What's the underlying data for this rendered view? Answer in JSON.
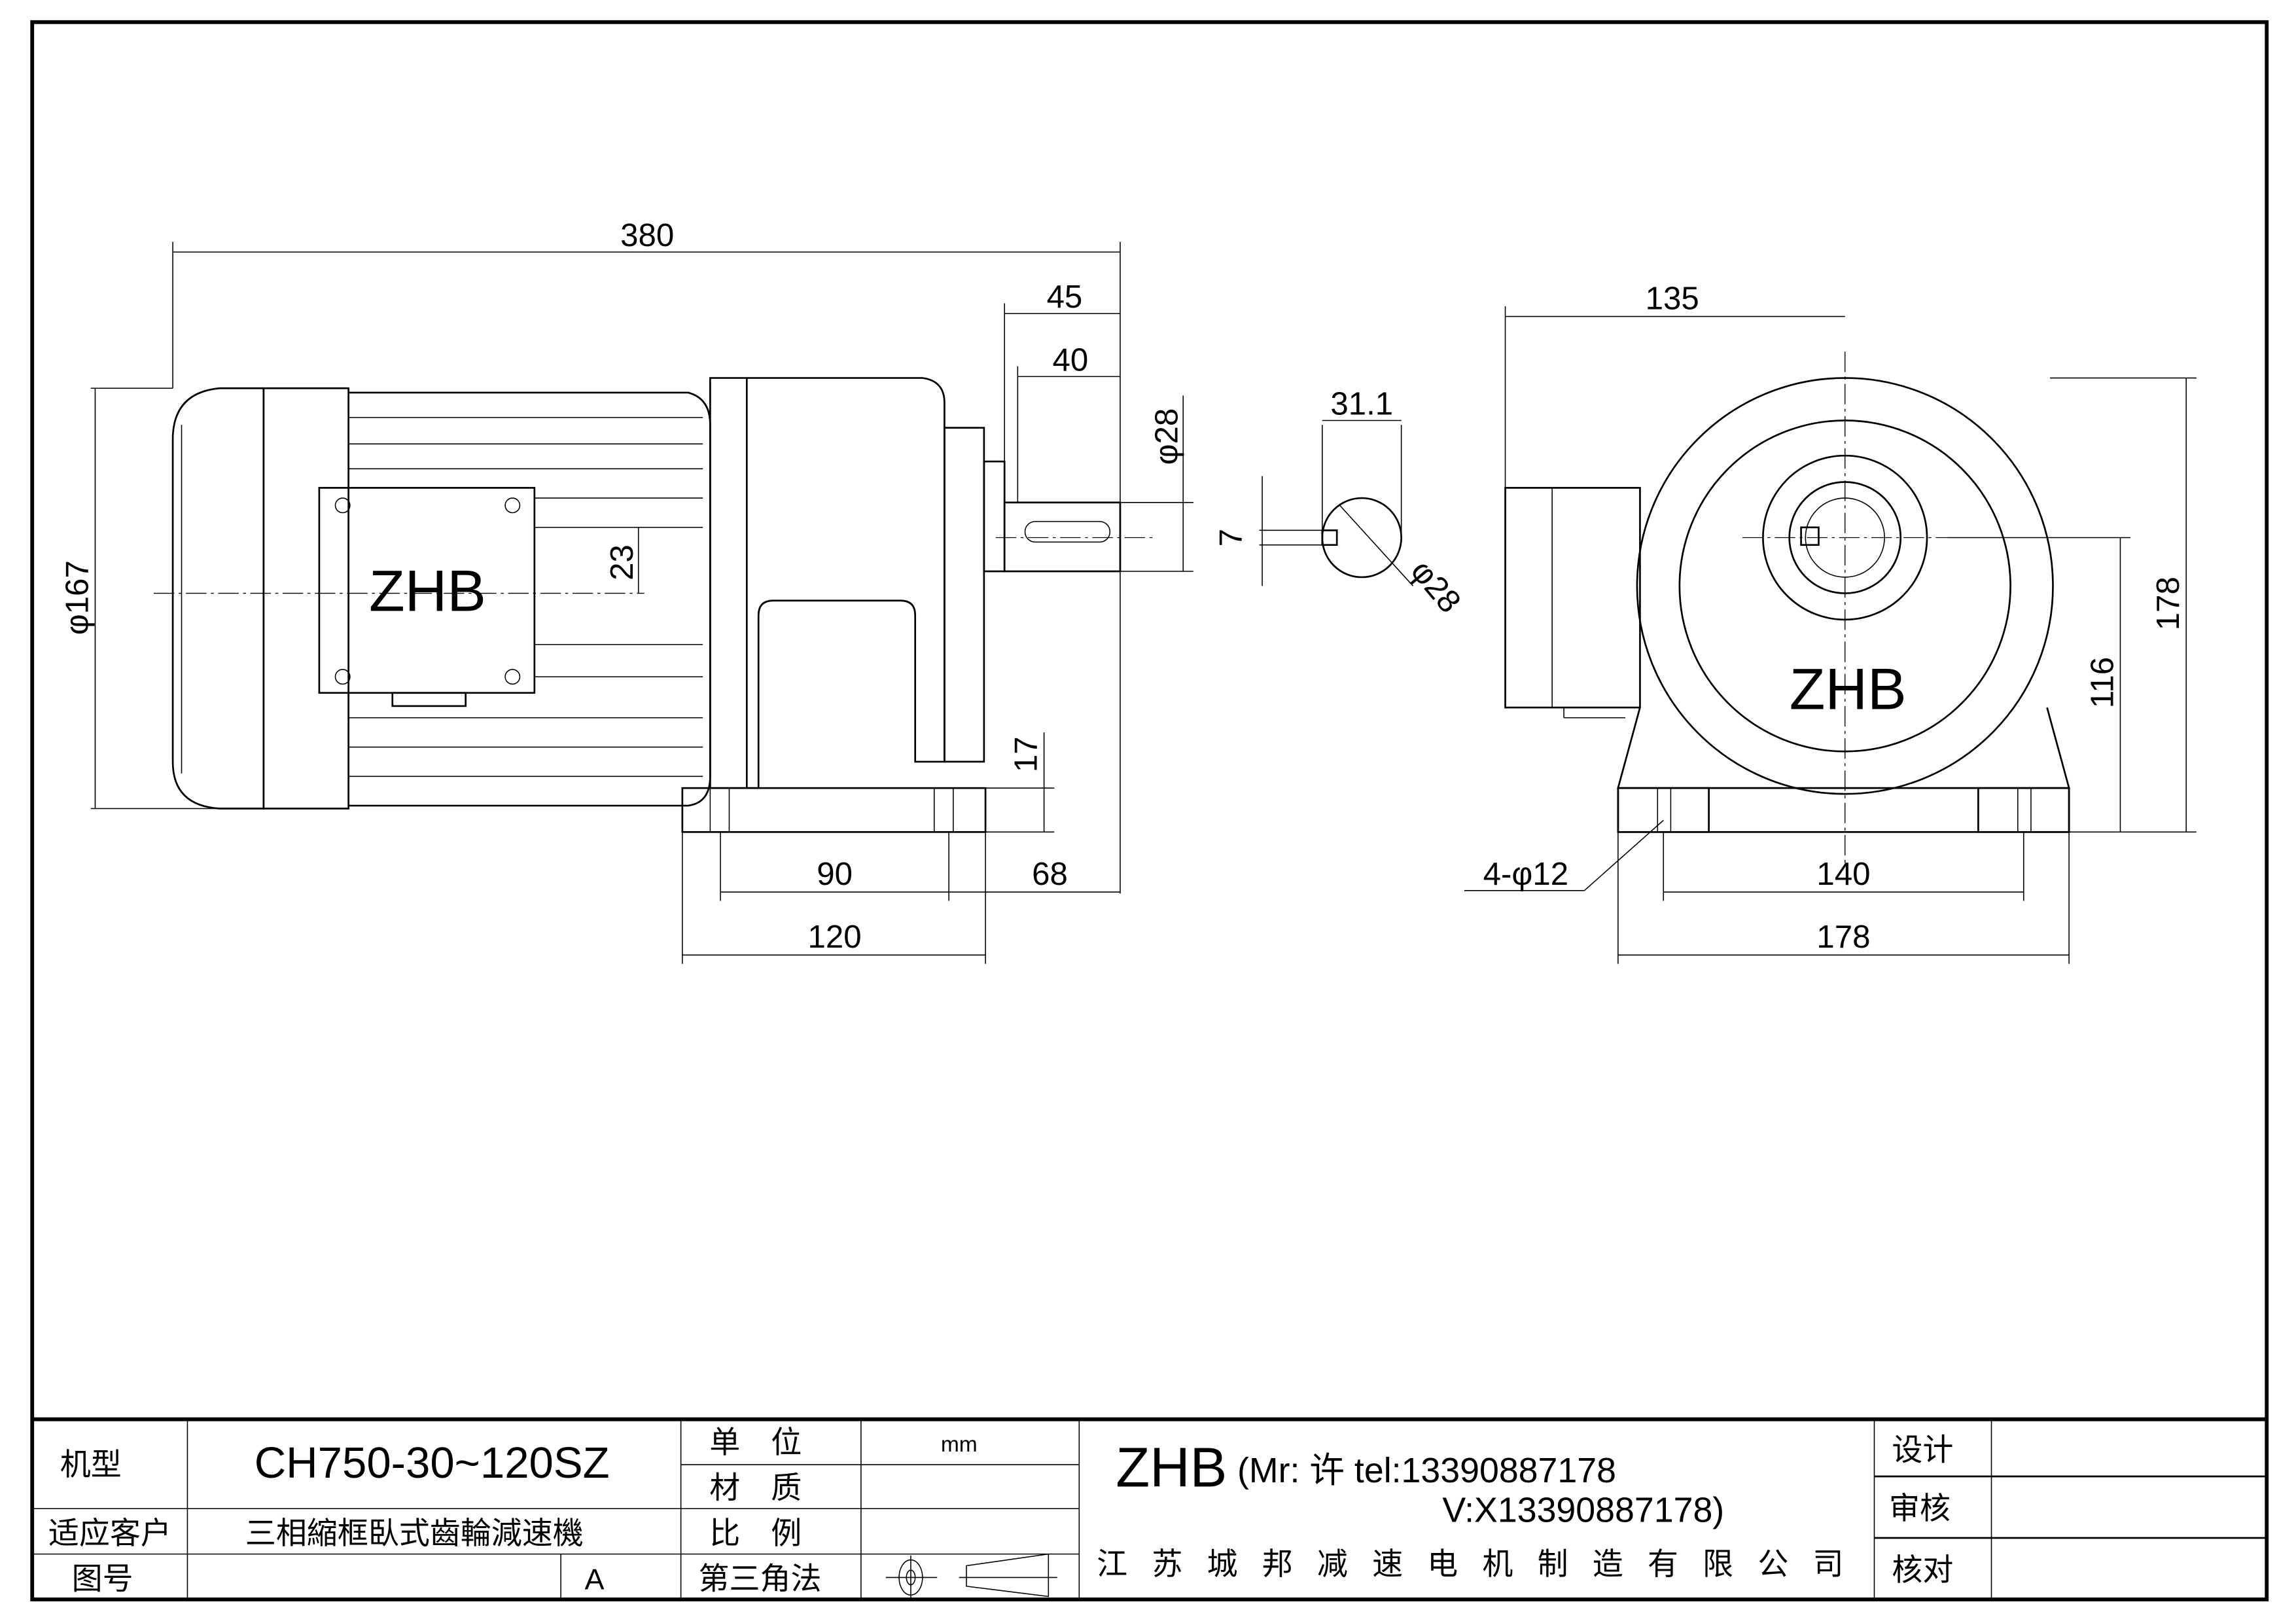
{
  "drawing": {
    "logo": "ZHB",
    "side_view": {
      "overall_length": "380",
      "shaft_to_flange": "45",
      "shaft_length": "40",
      "shaft_dia": "φ28",
      "key_offset": "23",
      "motor_dia": "φ167",
      "foot_height": "17",
      "foot_hole_spacing": "90",
      "shaft_from_hole": "68",
      "foot_length": "120"
    },
    "shaft_section": {
      "key_height": "31.1",
      "key_width": "7",
      "dia": "φ28"
    },
    "front_view": {
      "center_to_side": "135",
      "center_height": "116",
      "total_height": "178",
      "holes": "4-φ12",
      "hole_spacing": "140",
      "foot_width": "178"
    }
  },
  "title_block": {
    "model_label": "机型",
    "model_value": "CH750-30~120SZ",
    "customer_label": "适应客户",
    "customer_value": "三相縮框臥式齒輪減速機",
    "drawing_no_label": "图号",
    "drawing_no_rev": "A",
    "unit_label": "单　位",
    "unit_value": "mm",
    "material_label": "材　质",
    "scale_label": "比　例",
    "projection_label": "第三角法",
    "brand": "ZHB",
    "contact_line1": "(Mr: 许 tel:13390887178",
    "contact_line2": "V:X13390887178)",
    "company": "江苏城邦减速电机制造有限公司",
    "design_label": "设计",
    "review_label": "审核",
    "check_label": "核对"
  }
}
